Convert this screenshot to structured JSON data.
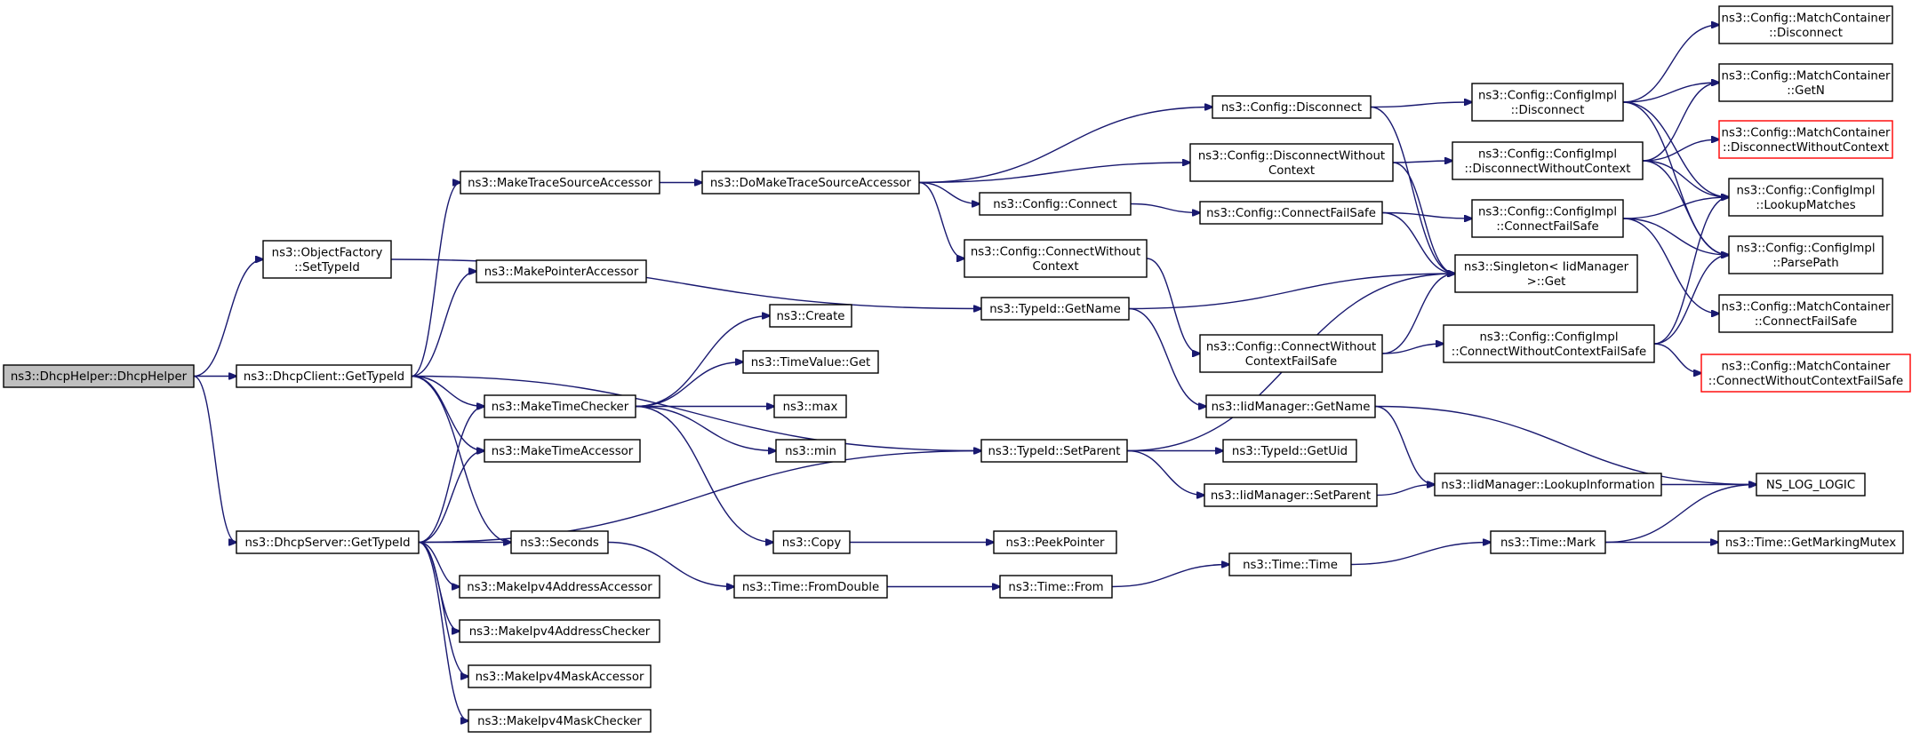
{
  "diagram": {
    "type": "call-graph",
    "colors": {
      "edge": "#191970",
      "root_fill": "#bfbfbf",
      "node_border": "#000000",
      "external_border": "#ff0000"
    },
    "nodes": [
      {
        "id": "dhcphelper",
        "lines": [
          "ns3::DhcpHelper::DhcpHelper"
        ],
        "style": "root"
      },
      {
        "id": "objfactory",
        "lines": [
          "ns3::ObjectFactory",
          "::SetTypeId"
        ]
      },
      {
        "id": "dhcpclient",
        "lines": [
          "ns3::DhcpClient::GetTypeId"
        ]
      },
      {
        "id": "dhcpserver",
        "lines": [
          "ns3::DhcpServer::GetTypeId"
        ]
      },
      {
        "id": "maketracesrc",
        "lines": [
          "ns3::MakeTraceSourceAccessor"
        ]
      },
      {
        "id": "makeptracc",
        "lines": [
          "ns3::MakePointerAccessor"
        ]
      },
      {
        "id": "maketimechk",
        "lines": [
          "ns3::MakeTimeChecker"
        ]
      },
      {
        "id": "maketimeacc",
        "lines": [
          "ns3::MakeTimeAccessor"
        ]
      },
      {
        "id": "seconds",
        "lines": [
          "ns3::Seconds"
        ]
      },
      {
        "id": "mkipv4addracc",
        "lines": [
          "ns3::MakeIpv4AddressAccessor"
        ]
      },
      {
        "id": "mkipv4addrchk",
        "lines": [
          "ns3::MakeIpv4AddressChecker"
        ]
      },
      {
        "id": "mkipv4maskacc",
        "lines": [
          "ns3::MakeIpv4MaskAccessor"
        ]
      },
      {
        "id": "mkipv4maskchk",
        "lines": [
          "ns3::MakeIpv4MaskChecker"
        ]
      },
      {
        "id": "domaketrace",
        "lines": [
          "ns3::DoMakeTraceSourceAccessor"
        ]
      },
      {
        "id": "create",
        "lines": [
          "ns3::Create"
        ]
      },
      {
        "id": "timevalueget",
        "lines": [
          "ns3::TimeValue::Get"
        ]
      },
      {
        "id": "max",
        "lines": [
          "ns3::max"
        ]
      },
      {
        "id": "min",
        "lines": [
          "ns3::min"
        ]
      },
      {
        "id": "copy",
        "lines": [
          "ns3::Copy"
        ]
      },
      {
        "id": "timefromdouble",
        "lines": [
          "ns3::Time::FromDouble"
        ]
      },
      {
        "id": "cfgdisconnect",
        "lines": [
          "ns3::Config::Disconnect"
        ]
      },
      {
        "id": "cfgdisconnwoc",
        "lines": [
          "ns3::Config::DisconnectWithout",
          "Context"
        ]
      },
      {
        "id": "cfgconnect",
        "lines": [
          "ns3::Config::Connect"
        ]
      },
      {
        "id": "cfgconnwoc",
        "lines": [
          "ns3::Config::ConnectWithout",
          "Context"
        ]
      },
      {
        "id": "typeidgetname",
        "lines": [
          "ns3::TypeId::GetName"
        ]
      },
      {
        "id": "typeidsetparent",
        "lines": [
          "ns3::TypeId::SetParent"
        ]
      },
      {
        "id": "peekpointer",
        "lines": [
          "ns3::PeekPointer"
        ]
      },
      {
        "id": "timefrom",
        "lines": [
          "ns3::Time::From"
        ]
      },
      {
        "id": "cfgconnfailsafe",
        "lines": [
          "ns3::Config::ConnectFailSafe"
        ]
      },
      {
        "id": "cfgconnwocfs",
        "lines": [
          "ns3::Config::ConnectWithout",
          "ContextFailSafe"
        ]
      },
      {
        "id": "iidgetname",
        "lines": [
          "ns3::IidManager::GetName"
        ]
      },
      {
        "id": "typeidgetuid",
        "lines": [
          "ns3::TypeId::GetUid"
        ]
      },
      {
        "id": "iidsetparent",
        "lines": [
          "ns3::IidManager::SetParent"
        ]
      },
      {
        "id": "timetime",
        "lines": [
          "ns3::Time::Time"
        ]
      },
      {
        "id": "implDisconnect",
        "lines": [
          "ns3::Config::ConfigImpl",
          "::Disconnect"
        ]
      },
      {
        "id": "implDisconnWoc",
        "lines": [
          "ns3::Config::ConfigImpl",
          "::DisconnectWithoutContext"
        ]
      },
      {
        "id": "implConnFailSafe",
        "lines": [
          "ns3::Config::ConfigImpl",
          "::ConnectFailSafe"
        ]
      },
      {
        "id": "singletonget",
        "lines": [
          "ns3::Singleton< IidManager",
          ">::Get"
        ]
      },
      {
        "id": "implConnWocFs",
        "lines": [
          "ns3::Config::ConfigImpl",
          "::ConnectWithoutContextFailSafe"
        ]
      },
      {
        "id": "iidlookupinfo",
        "lines": [
          "ns3::IidManager::LookupInformation"
        ]
      },
      {
        "id": "timemark",
        "lines": [
          "ns3::Time::Mark"
        ]
      },
      {
        "id": "mcDisconnect",
        "lines": [
          "ns3::Config::MatchContainer",
          "::Disconnect"
        ]
      },
      {
        "id": "mcGetN",
        "lines": [
          "ns3::Config::MatchContainer",
          "::GetN"
        ]
      },
      {
        "id": "mcDisconnWoc",
        "lines": [
          "ns3::Config::MatchContainer",
          "::DisconnectWithoutContext"
        ],
        "style": "red"
      },
      {
        "id": "implLookupMatches",
        "lines": [
          "ns3::Config::ConfigImpl",
          "::LookupMatches"
        ]
      },
      {
        "id": "implParsePath",
        "lines": [
          "ns3::Config::ConfigImpl",
          "::ParsePath"
        ]
      },
      {
        "id": "mcConnFailSafe",
        "lines": [
          "ns3::Config::MatchContainer",
          "::ConnectFailSafe"
        ]
      },
      {
        "id": "mcConnWocFs",
        "lines": [
          "ns3::Config::MatchContainer",
          "::ConnectWithoutContextFailSafe"
        ],
        "style": "red"
      },
      {
        "id": "nslogic",
        "lines": [
          "NS_LOG_LOGIC"
        ]
      },
      {
        "id": "timemarkmutex",
        "lines": [
          "ns3::Time::GetMarkingMutex"
        ]
      }
    ],
    "edges": [
      [
        "dhcphelper",
        "objfactory"
      ],
      [
        "dhcphelper",
        "dhcpclient"
      ],
      [
        "dhcphelper",
        "dhcpserver"
      ],
      [
        "objfactory",
        "typeidgetname"
      ],
      [
        "dhcpclient",
        "maketracesrc"
      ],
      [
        "dhcpclient",
        "makeptracc"
      ],
      [
        "dhcpclient",
        "maketimechk"
      ],
      [
        "dhcpclient",
        "maketimeacc"
      ],
      [
        "dhcpclient",
        "seconds"
      ],
      [
        "dhcpclient",
        "typeidsetparent"
      ],
      [
        "dhcpserver",
        "maketimechk"
      ],
      [
        "dhcpserver",
        "maketimeacc"
      ],
      [
        "dhcpserver",
        "seconds"
      ],
      [
        "dhcpserver",
        "mkipv4addracc"
      ],
      [
        "dhcpserver",
        "mkipv4addrchk"
      ],
      [
        "dhcpserver",
        "mkipv4maskacc"
      ],
      [
        "dhcpserver",
        "mkipv4maskchk"
      ],
      [
        "dhcpserver",
        "typeidsetparent"
      ],
      [
        "maketracesrc",
        "domaketrace"
      ],
      [
        "domaketrace",
        "cfgdisconnect"
      ],
      [
        "domaketrace",
        "cfgdisconnwoc"
      ],
      [
        "domaketrace",
        "cfgconnect"
      ],
      [
        "domaketrace",
        "cfgconnwoc"
      ],
      [
        "maketimechk",
        "create"
      ],
      [
        "maketimechk",
        "timevalueget"
      ],
      [
        "maketimechk",
        "max"
      ],
      [
        "maketimechk",
        "min"
      ],
      [
        "maketimechk",
        "copy"
      ],
      [
        "seconds",
        "timefromdouble"
      ],
      [
        "copy",
        "peekpointer"
      ],
      [
        "timefromdouble",
        "timefrom"
      ],
      [
        "timefrom",
        "timetime"
      ],
      [
        "timetime",
        "timemark"
      ],
      [
        "timemark",
        "nslogic"
      ],
      [
        "timemark",
        "timemarkmutex"
      ],
      [
        "cfgdisconnect",
        "implDisconnect"
      ],
      [
        "cfgdisconnect",
        "singletonget"
      ],
      [
        "cfgdisconnwoc",
        "implDisconnWoc"
      ],
      [
        "cfgdisconnwoc",
        "singletonget"
      ],
      [
        "cfgconnect",
        "cfgconnfailsafe"
      ],
      [
        "cfgconnwoc",
        "cfgconnwocfs"
      ],
      [
        "cfgconnfailsafe",
        "implConnFailSafe"
      ],
      [
        "cfgconnfailsafe",
        "singletonget"
      ],
      [
        "cfgconnwocfs",
        "implConnWocFs"
      ],
      [
        "cfgconnwocfs",
        "singletonget"
      ],
      [
        "typeidgetname",
        "singletonget"
      ],
      [
        "typeidgetname",
        "iidgetname"
      ],
      [
        "typeidsetparent",
        "singletonget"
      ],
      [
        "typeidsetparent",
        "typeidgetuid"
      ],
      [
        "typeidsetparent",
        "iidsetparent"
      ],
      [
        "iidgetname",
        "iidlookupinfo"
      ],
      [
        "iidgetname",
        "nslogic"
      ],
      [
        "iidsetparent",
        "iidlookupinfo"
      ],
      [
        "iidlookupinfo",
        "nslogic"
      ],
      [
        "implDisconnect",
        "mcDisconnect"
      ],
      [
        "implDisconnect",
        "mcGetN"
      ],
      [
        "implDisconnect",
        "implLookupMatches"
      ],
      [
        "implDisconnect",
        "implParsePath"
      ],
      [
        "implDisconnWoc",
        "mcGetN"
      ],
      [
        "implDisconnWoc",
        "mcDisconnWoc"
      ],
      [
        "implDisconnWoc",
        "implLookupMatches"
      ],
      [
        "implDisconnWoc",
        "implParsePath"
      ],
      [
        "implConnFailSafe",
        "implLookupMatches"
      ],
      [
        "implConnFailSafe",
        "implParsePath"
      ],
      [
        "implConnFailSafe",
        "mcConnFailSafe"
      ],
      [
        "implConnWocFs",
        "implLookupMatches"
      ],
      [
        "implConnWocFs",
        "implParsePath"
      ],
      [
        "implConnWocFs",
        "mcConnWocFs"
      ]
    ]
  }
}
